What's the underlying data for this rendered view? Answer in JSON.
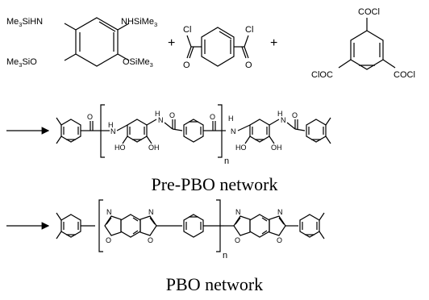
{
  "reactants": {
    "silyl_nh_left": "Me",
    "silyl_nh_left_sub": "3",
    "silyl_nh_left_rest": "SiHN",
    "silyl_nh_right": "NHSiMe",
    "silyl_nh_right_sub": "3",
    "silyl_o_left": "Me",
    "silyl_o_left_sub": "3",
    "silyl_o_left_rest": "SiO",
    "silyl_o_right": "OSiMe",
    "silyl_o_right_sub": "3",
    "acyl_cl_1": "Cl",
    "acyl_cl_2": "Cl",
    "acyl_o_1": "O",
    "acyl_o_2": "O",
    "tri_cocl_top": "COCl",
    "tri_cocl_left": "ClOC",
    "tri_cocl_right": "COCl",
    "plus_1": "+",
    "plus_2": "+"
  },
  "pre_pbo": {
    "caption": "Pre-PBO network",
    "o_1": "O",
    "o_2": "O",
    "o_3": "O",
    "o_4": "O",
    "h_1": "H",
    "h_2": "H",
    "h_3": "H",
    "h_4": "H",
    "n_1": "N",
    "n_2": "N",
    "n_3": "N",
    "n_4": "N",
    "oh_1": "HO",
    "oh_2": "OH",
    "oh_3": "HO",
    "oh_4": "OH",
    "repeat_n": "n"
  },
  "pbo": {
    "caption": "PBO network",
    "n_1": "N",
    "n_2": "N",
    "n_3": "N",
    "n_4": "N",
    "o_1": "O",
    "o_2": "O",
    "o_3": "O",
    "o_4": "O",
    "repeat_n": "n"
  }
}
